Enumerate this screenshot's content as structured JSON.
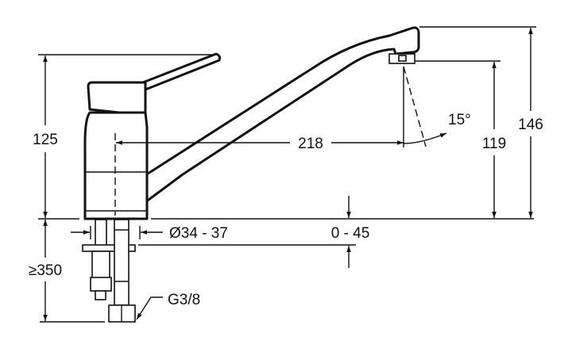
{
  "drawing": {
    "dimensions": {
      "lever_height": "125",
      "total_height": "146",
      "spout_height": "119",
      "spout_reach": "218",
      "swivel_angle": "15°",
      "hole_diameter": "Ø34 - 37",
      "deck_thickness": "0 - 45",
      "hose_length": "≥350",
      "connection_thread": "G3/8"
    }
  }
}
